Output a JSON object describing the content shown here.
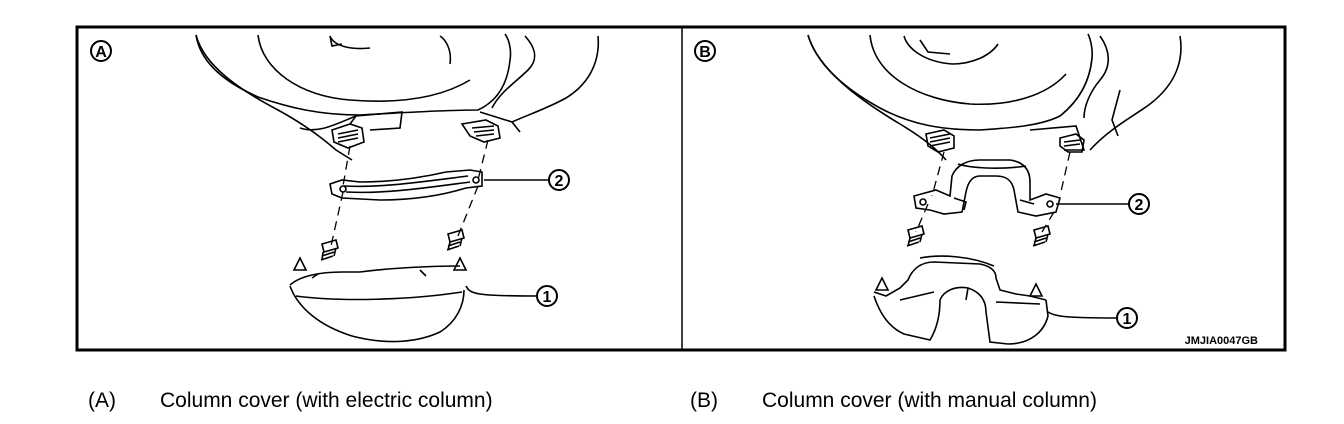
{
  "diagram": {
    "panels": [
      {
        "letter": "A",
        "callouts": [
          "2",
          "1"
        ]
      },
      {
        "letter": "B",
        "callouts": [
          "2",
          "1"
        ]
      }
    ],
    "figure_code": "JMJIA0047GB"
  },
  "legend": [
    {
      "key": "(A)",
      "text": "Column cover (with electric column)"
    },
    {
      "key": "(B)",
      "text": "Column cover (with manual column)"
    }
  ]
}
